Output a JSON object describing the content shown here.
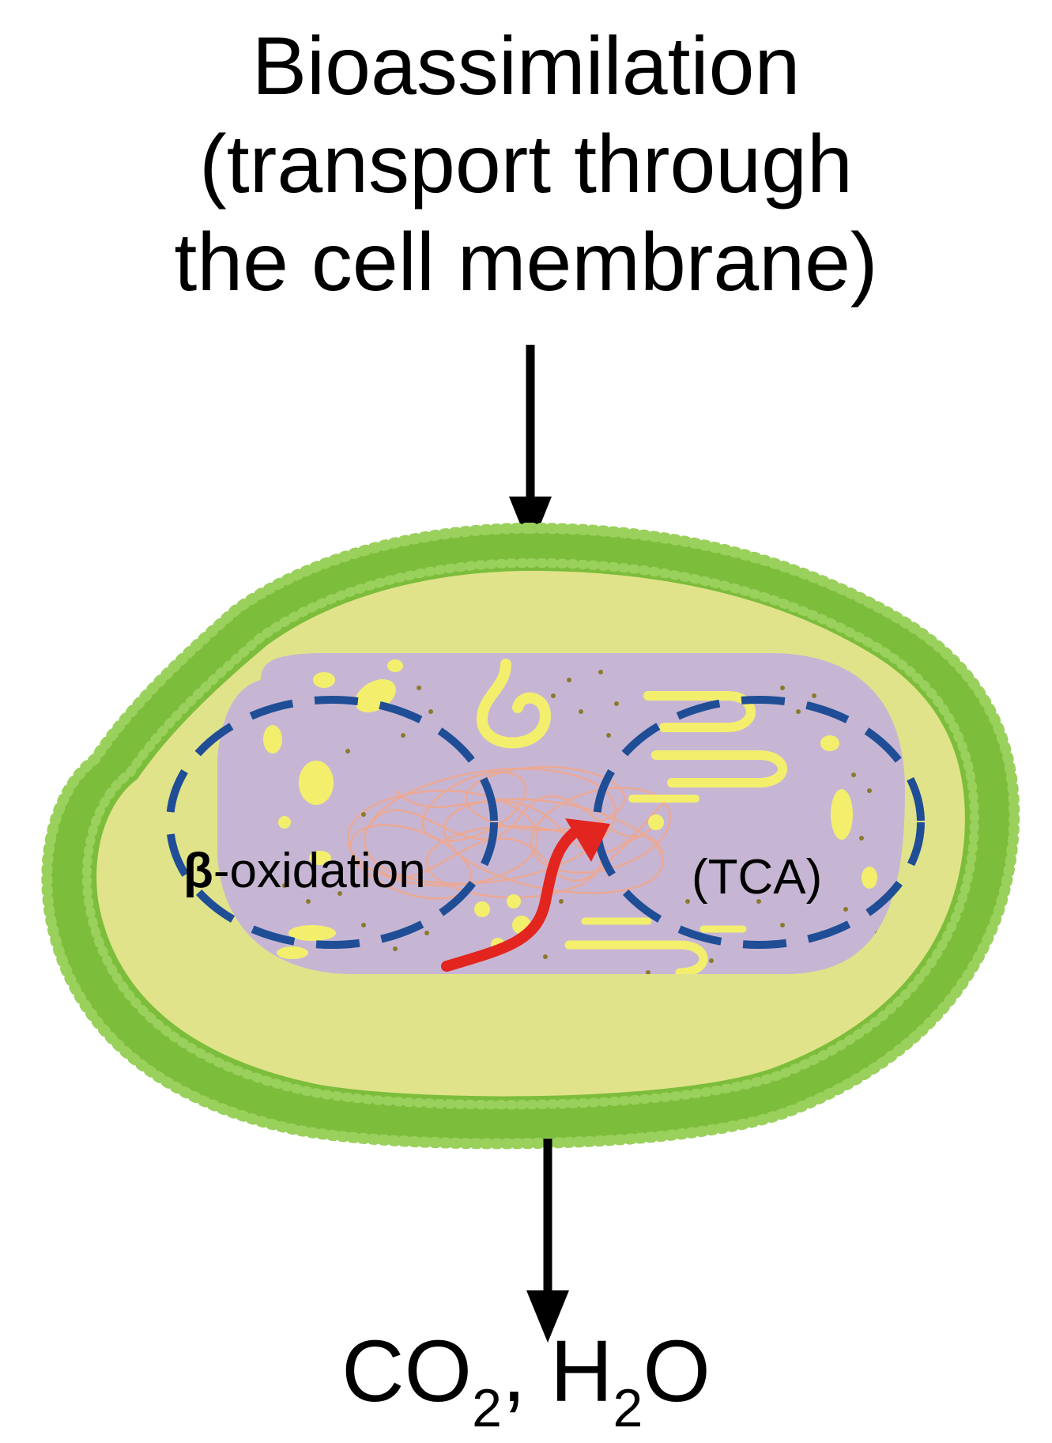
{
  "title": {
    "line1": "Bioassimilation",
    "line2": "(transport through",
    "line3": "the cell membrane)"
  },
  "labels": {
    "beta_symbol": "β",
    "beta_text": "-oxidation",
    "tca": "(TCA)"
  },
  "products": {
    "co": "CO",
    "co_sub": "2",
    "sep": ", H",
    "h_sub": "2",
    "o": "O"
  },
  "colors": {
    "membrane": "#7cbd3c",
    "membrane_dark": "#5e9e2a",
    "cytoplasm": "#e1e38a",
    "cell_interior": "#c7b6d3",
    "organelle": "#f3ef6d",
    "dashed_circle": "#1f4e96",
    "pathway_arrow": "#e3251f",
    "nucleoid": "#f0a88f",
    "granule": "#8a7a2e"
  }
}
